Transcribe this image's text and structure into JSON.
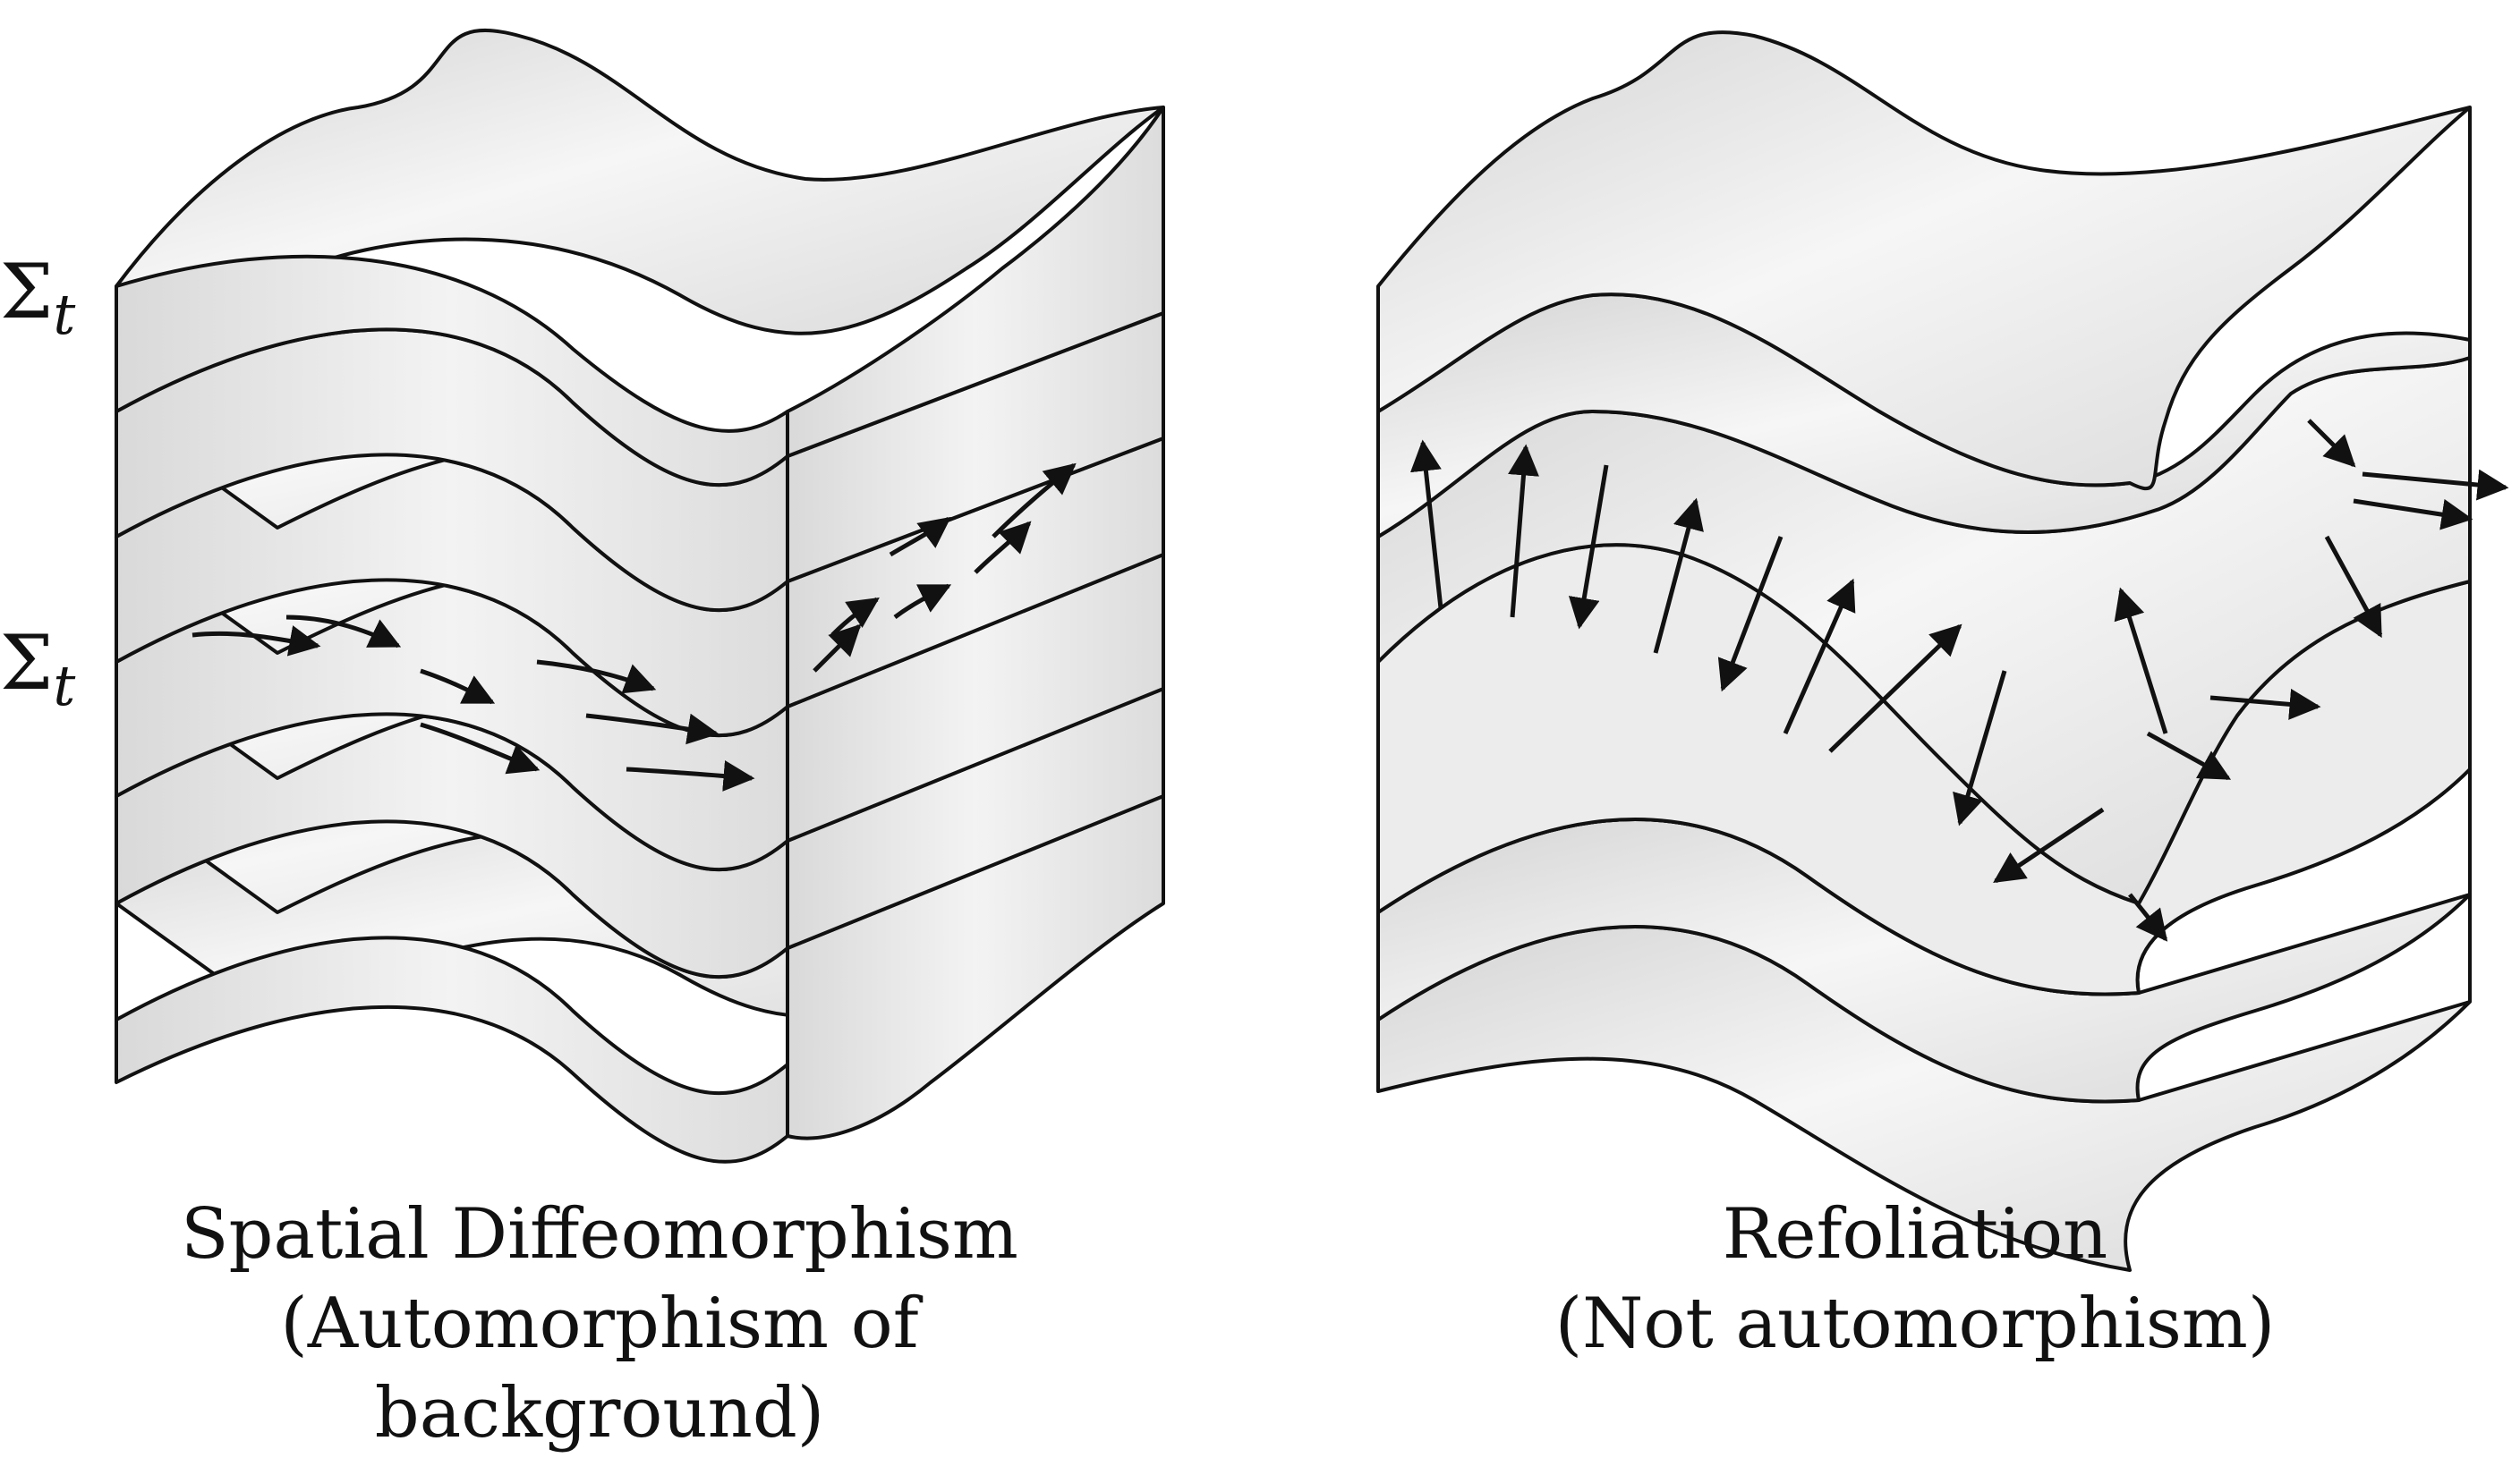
{
  "labels": {
    "sigma_symbol": "Σ",
    "sigma_sub": "t"
  },
  "left_panel": {
    "caption_line1": "Spatial Diffeomorphism",
    "caption_line2": "(Automorphism of background)"
  },
  "right_panel": {
    "caption_line1": "Refoliation",
    "caption_line2": "(Not automorphism)"
  },
  "colors": {
    "sheet_fill": "#e2e2e2",
    "sheet_fill_light": "#f4f4f4",
    "stroke": "#111111"
  }
}
